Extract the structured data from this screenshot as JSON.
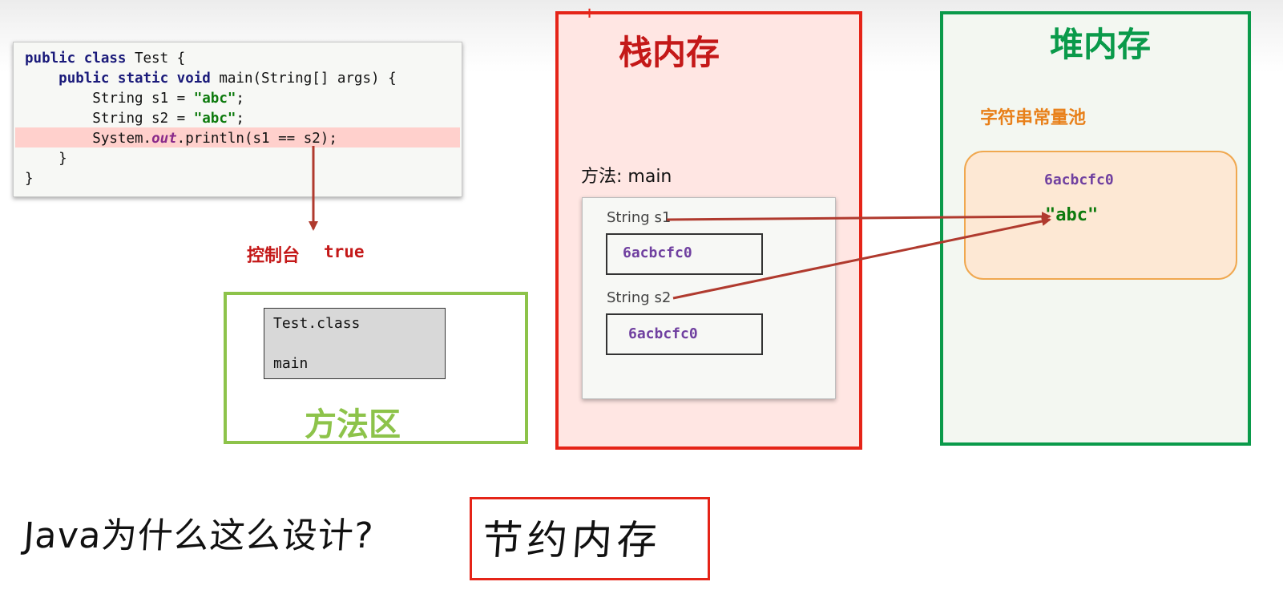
{
  "code": {
    "lines": [
      {
        "kw1": "public class",
        "rest": " Test {"
      },
      {
        "indent": "    ",
        "kw1": "public static void",
        "rest": " main(String[] args) {"
      },
      {
        "indent": "        ",
        "pre": "String s1 = ",
        "str": "\"abc\"",
        "post": ";"
      },
      {
        "indent": "        ",
        "pre": "String s2 = ",
        "str": "\"abc\"",
        "post": ";"
      },
      {
        "indent": "        ",
        "pre": "System.",
        "field": "out",
        "post": ".println(s1 == s2);"
      },
      {
        "indent": "    ",
        "text": "}"
      },
      {
        "text": "}"
      }
    ]
  },
  "console": {
    "label": "控制台",
    "value": "true"
  },
  "method_area": {
    "title": "方法区",
    "class_name": "Test.class",
    "method": "main"
  },
  "stack": {
    "title": "栈内存",
    "plus": "+",
    "method_label": "方法: main",
    "vars": [
      {
        "label": "String  s1",
        "value": "6acbcfc0"
      },
      {
        "label": "String  s2",
        "value": "6acbcfc0"
      }
    ]
  },
  "heap": {
    "title": "堆内存",
    "pool_label": "字符串常量池",
    "pool_addr": "6acbcfc0",
    "pool_value": "\"abc\""
  },
  "bottom": {
    "question": "Java为什么这么设计?",
    "answer": "节约内存"
  },
  "colors": {
    "red": "#e52418",
    "green": "#0a9a4a",
    "light_green": "#8dc34a",
    "orange": "#e8801a",
    "arrow": "#b03a2e"
  }
}
